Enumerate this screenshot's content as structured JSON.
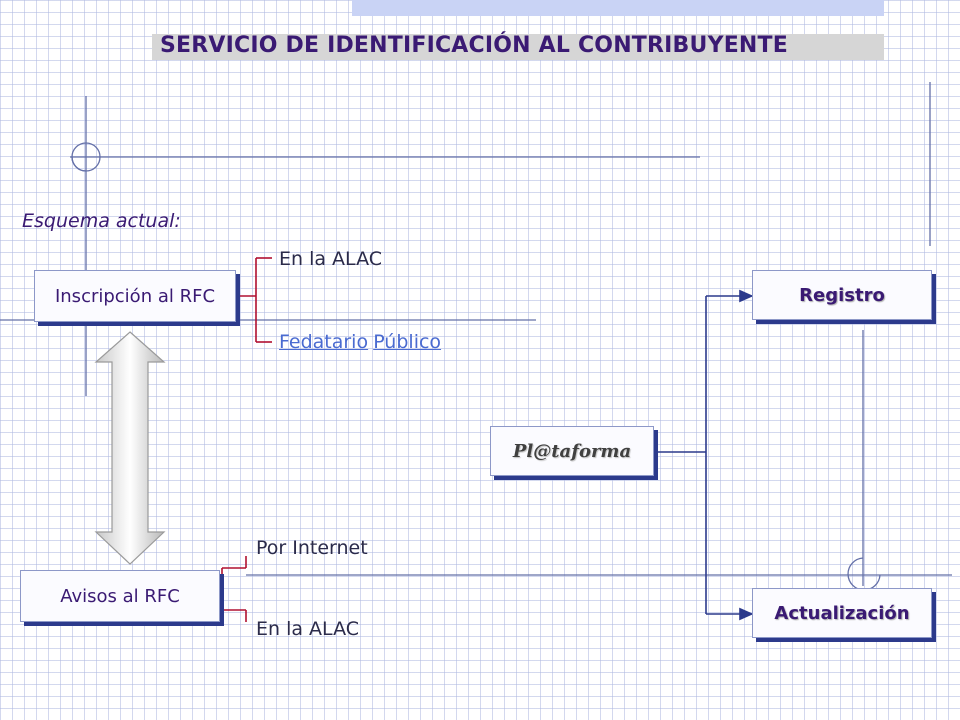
{
  "header": {
    "title": "SERVICIO DE IDENTIFICACIÓN AL CONTRIBUYENTE"
  },
  "diagram": {
    "subtitle": "Esquema actual:",
    "inscripcion": {
      "label": "Inscripción al RFC",
      "options": [
        "En la ALAC"
      ],
      "link_words": [
        "Fedatario",
        "Público"
      ]
    },
    "avisos": {
      "label": "Avisos al RFC",
      "options": [
        "Por Internet",
        "En la ALAC"
      ]
    },
    "plataforma": {
      "label": "Pl@taforma"
    },
    "registro": {
      "label": "Registro"
    },
    "actualizacion": {
      "label": "Actualización"
    }
  },
  "colors": {
    "title_text": "#3a1a73",
    "bracket_red": "#b01030",
    "connector_blue": "#2c3a8c",
    "link_blue": "#4a6bd1",
    "box_shadow": "#2c3a8c"
  }
}
